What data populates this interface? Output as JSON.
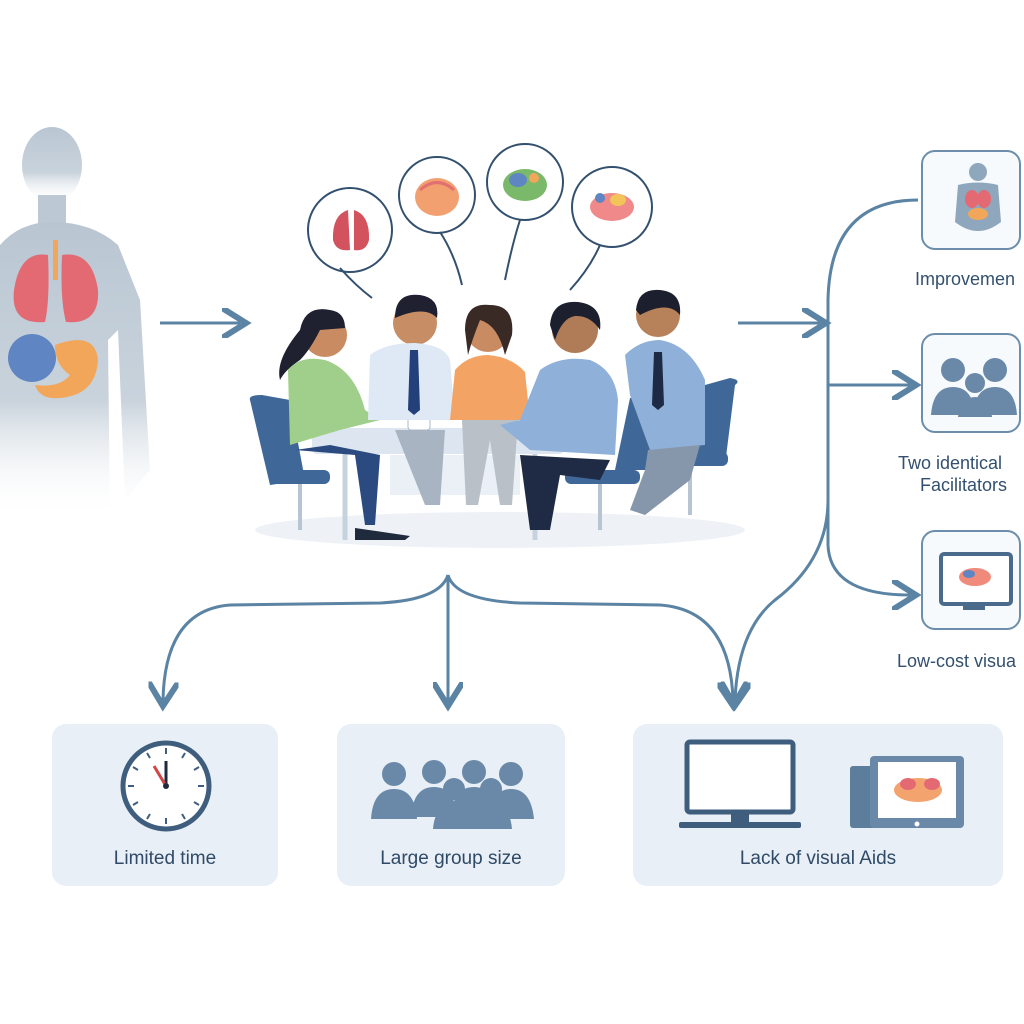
{
  "bottom_cards": [
    {
      "label": "Limited time"
    },
    {
      "label": "Large group size"
    },
    {
      "label": "Lack of visual Aids"
    }
  ],
  "side_cards": [
    {
      "label": "Improvemen"
    },
    {
      "label_line1": "Two identical",
      "label_line2": "Facilitators"
    },
    {
      "label": "Low-cost visua"
    }
  ],
  "colors": {
    "arrow": "#5b83a3",
    "box_fill": "#e9eff7",
    "text": "#2f4a66",
    "chair": "#3f6899",
    "organ_red": "#e36a72",
    "organ_orange": "#f2a65a"
  }
}
